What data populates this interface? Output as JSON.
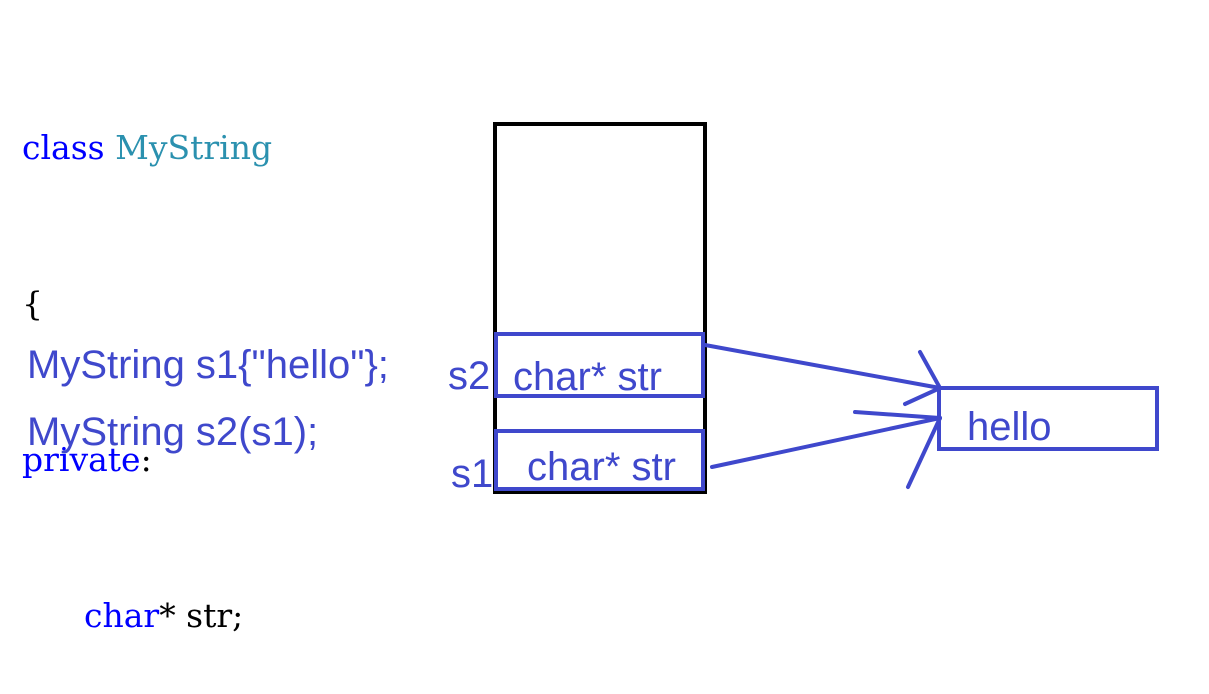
{
  "code": {
    "line1": {
      "keyword": "class",
      "name": "MyString"
    },
    "line2": {
      "brace": "{"
    },
    "line3": {
      "keyword": "private",
      "colon": ":"
    },
    "line4": {
      "type": "char",
      "rest": "* str;"
    }
  },
  "statements": {
    "s1_decl": "MyString s1{\"hello\"};",
    "s2_decl": "MyString s2(s1);"
  },
  "diagram": {
    "s2_label": "s2",
    "s1_label": "s1",
    "s2_field": "char* str",
    "s1_field": "char* str",
    "heap_value": "hello"
  },
  "colors": {
    "keyword": "#0000ff",
    "type_name": "#2b91af",
    "annotation": "#3f48cc",
    "frame": "#000000"
  }
}
